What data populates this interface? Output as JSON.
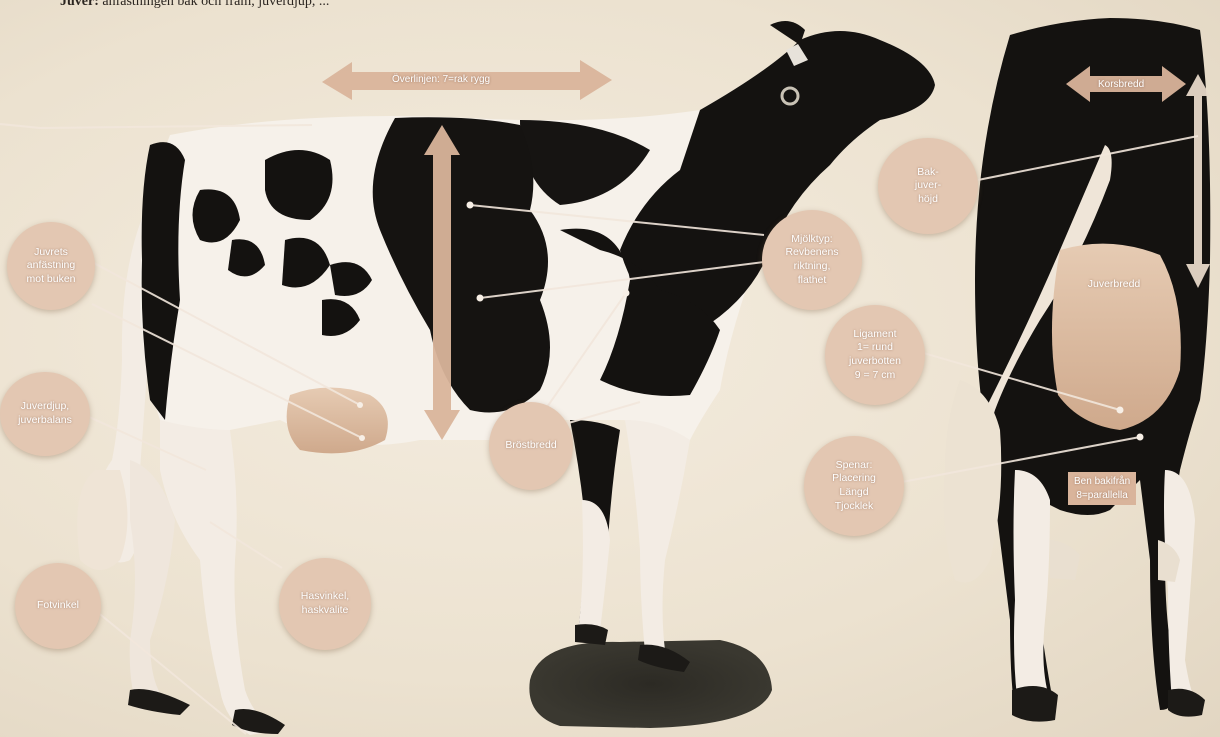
{
  "header": {
    "term": "Juver:",
    "text": "anfästningen bak och fram, juverdjup, ..."
  },
  "arrows": {
    "topline": "Överlinjen: 7=rak rygg",
    "rump_width": "Korsbredd"
  },
  "callouts": {
    "udder_attachment": "Juvrets\nanfästning\nmot buken",
    "udder_depth": "Juverdjup,\njuverbalans",
    "foot_angle": "Fotvinkel",
    "hock_angle": "Hasvinkel,\nhaskvalite",
    "chest_width": "Bröstbredd",
    "dairy_type": "Mjölktyp:\nRevbenens\nriktning,\nflathet",
    "rear_udder_height": "Bak-\njuver-\nhöjd",
    "udder_width": "Juverbredd",
    "ligament": "Ligament\n1= rund\njuverbotten\n9 = 7 cm",
    "teats": "Spenar:\nPlacering\nLängd\nTjocklek"
  },
  "rear_legs_box": "Ben bakifrån\n8=parallella",
  "colors": {
    "callout_fill": "#e3c7b2",
    "arrow_fill": "#d9b49b",
    "leader_line": "#f2e7dc",
    "background": "#efe6d6"
  }
}
